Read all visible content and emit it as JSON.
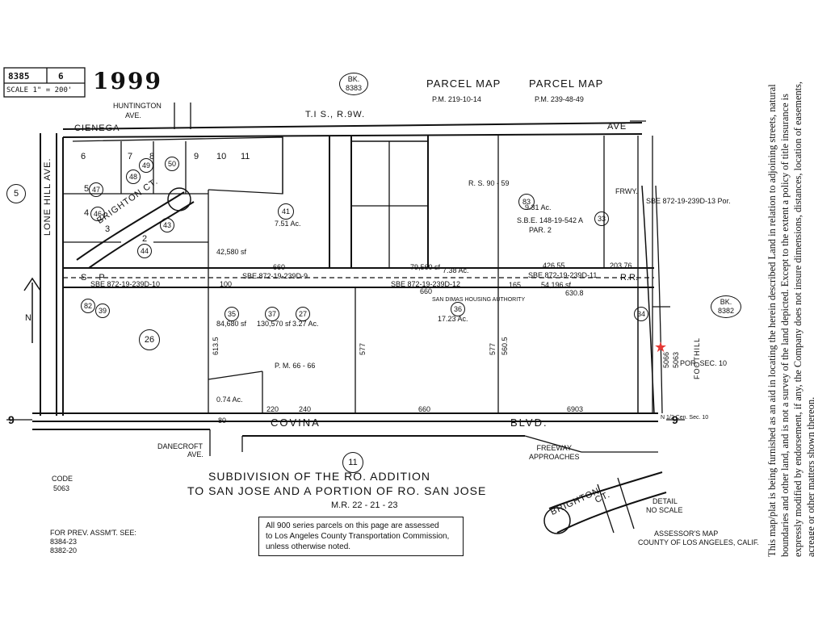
{
  "header": {
    "map_book": "8385",
    "map_page": "6",
    "year": "1999",
    "scale": "SCALE 1\" = 200'",
    "bk_top_label": "BK.",
    "bk_top_num": "8383",
    "parcel_map_1": "PARCEL MAP",
    "parcel_map_1_pm": "P.M. 219-10-14",
    "parcel_map_2": "PARCEL MAP",
    "parcel_map_2_pm": "P.M. 239-48-49",
    "township": "T.I S., R.9W."
  },
  "streets": {
    "huntington": "HUNTINGTON",
    "huntington_ave": "AVE.",
    "cienega": "CIENEGA",
    "ave_top": "AVE",
    "lone_hill": "LONE HILL AVE.",
    "brighton_ct": "BRIGHTON CT.",
    "covina": "COVINA",
    "blvd": "BLVD.",
    "danecroft": "DANECROFT",
    "danecroft_ave": "AVE.",
    "foothill": "FOOTHILL",
    "frwy": "FRWY.",
    "freeway_approaches": "FREEWAY\nAPPROACHES",
    "sp": "S P",
    "rr": "R.R."
  },
  "labels": {
    "sbe_top": "SBE 872-19-239D-9",
    "sbe_mid": "SBE 872-19-239D-10",
    "sbe_12": "SBE 872-19-239D-12",
    "sbe_11": "SBE 872-19-239D-11",
    "sbe_13": "SBE 872-19-239D-13 Por.",
    "sbe_148": "S.B.E. 148-19-542 A",
    "par2": "PAR. 2",
    "rs": "R. S.   90 - 59",
    "pm_66": "P. M.   66 - 66",
    "san_dimas": "SAN DIMAS HOUSING AUTHORITY",
    "por_sec": "POR. SEC. 10",
    "cen_sec": "N 1/2 Cen. Sec. 10",
    "north": "N",
    "bk_right_label": "BK.",
    "bk_right_num": "8382"
  },
  "dimensions": {
    "d660_top": "660",
    "d660_mid": "660",
    "d660_bottom": "660",
    "d426": "426.55",
    "d203": "203.76",
    "d630": "630.8",
    "d577a": "577",
    "d577b": "577",
    "d560": "560.5",
    "d613": "613.5",
    "d6903": "6903",
    "d240": "240",
    "d220": "220",
    "d80": "80",
    "d165": "165",
    "d100": "100",
    "d5066": "5066",
    "d5063": "5063"
  },
  "areas": {
    "a1": "42,580 sf",
    "a2": "7.51 Ac.",
    "a3": "9.31 Ac.",
    "a4": "17.23 Ac.",
    "a5": "3.27 Ac.",
    "a6": "84,680 sf",
    "a7": "130,570 sf",
    "a8": "0.74 Ac.",
    "a9": "54,196 sf",
    "a10": "79,560 sf",
    "a11": "7.38 Ac."
  },
  "circles": {
    "c5": "5",
    "c26": "26",
    "c11": "11",
    "c41": "41",
    "c83": "83",
    "c35": "35",
    "c37": "37",
    "c36": "36",
    "c27": "27",
    "c82": "82",
    "c44": "44",
    "c39": "39",
    "c43": "43",
    "c49": "49",
    "c48": "48",
    "c50": "50",
    "c46": "46",
    "c47": "47",
    "c34": "34",
    "c33": "33",
    "c2": "2",
    "c3": "3",
    "c4": "4",
    "c5b": "5",
    "c6": "6",
    "c7": "7",
    "c8": "8",
    "c9": "9",
    "c10": "10",
    "c11b": "11"
  },
  "subdivision": {
    "line1": "SUBDIVISION OF THE RO. ADDITION",
    "line2": "TO SAN JOSE AND A PORTION OF RO. SAN JOSE",
    "line3": "M.R. 22 - 21 - 23"
  },
  "code": {
    "label": "CODE",
    "value": "5063"
  },
  "prev_assmt": {
    "line1": "FOR PREV. ASSM'T. SEE:",
    "line2": "8384-23",
    "line3": "8382-20"
  },
  "notice_box": {
    "line1": "All 900 series parcels on this page are assessed",
    "line2": "to Los Angeles County Transportation Commission,",
    "line3": "unless otherwise noted."
  },
  "detail": {
    "street": "BRIGHTON",
    "ct": "CT.",
    "label": "DETAIL",
    "no_scale": "NO SCALE"
  },
  "assessor": {
    "line1": "ASSESSOR'S MAP",
    "line2": "COUNTY OF LOS ANGELES, CALIF."
  },
  "side_ticks": {
    "nine": "9",
    "nine_right": "9"
  },
  "disclaimer": {
    "text": "This map/plat is being furnished as an aid in locating the herein described Land in relation to adjoining streets, natural boundaries and other land, and is not a survey of the land depicted. Except to the extent a policy of title insurance is expressly modified by endorsement, if any, the Company does not insure dimensions, distances, location of easements, acreage or other matters shown thereon."
  },
  "colors": {
    "ink": "#111111",
    "marker": "#e53935"
  },
  "icons": {
    "marker": "star-marker-icon",
    "north": "north-arrow-icon"
  }
}
